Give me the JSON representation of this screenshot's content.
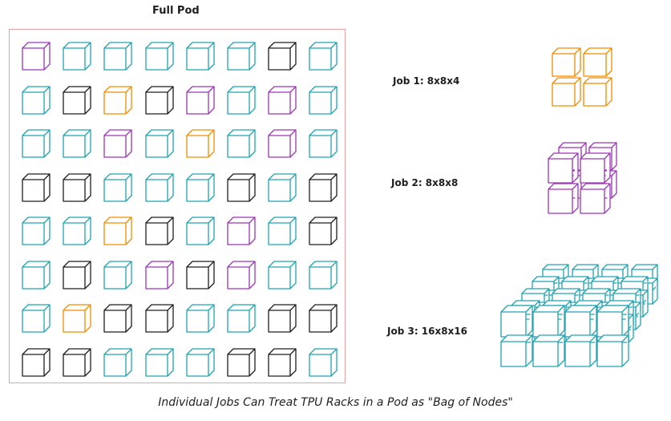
{
  "pod": {
    "title": "Full Pod",
    "grid": [
      [
        "purple",
        "teal",
        "teal",
        "teal",
        "teal",
        "teal",
        "black",
        "teal"
      ],
      [
        "teal",
        "black",
        "orange",
        "black",
        "purple",
        "teal",
        "purple",
        "teal"
      ],
      [
        "teal",
        "teal",
        "purple",
        "teal",
        "orange",
        "teal",
        "purple",
        "teal"
      ],
      [
        "black",
        "black",
        "teal",
        "teal",
        "teal",
        "black",
        "teal",
        "black"
      ],
      [
        "teal",
        "teal",
        "orange",
        "black",
        "teal",
        "purple",
        "teal",
        "black"
      ],
      [
        "teal",
        "black",
        "teal",
        "purple",
        "black",
        "purple",
        "teal",
        "teal"
      ],
      [
        "teal",
        "orange",
        "black",
        "black",
        "teal",
        "teal",
        "black",
        "black"
      ],
      [
        "black",
        "black",
        "teal",
        "teal",
        "teal",
        "black",
        "black",
        "teal"
      ]
    ]
  },
  "jobs": [
    {
      "label": "Job 1: 8x8x4",
      "color": "orange"
    },
    {
      "label": "Job 2: 8x8x8",
      "color": "purple"
    },
    {
      "label": "Job 3: 16x8x16",
      "color": "teal"
    }
  ],
  "colors": {
    "teal": "#21a3b0",
    "purple": "#9c36b5",
    "orange": "#f08c00",
    "black": "#1e1e1e"
  },
  "caption": "Individual Jobs Can Treat TPU Racks in a Pod as \"Bag of Nodes\""
}
